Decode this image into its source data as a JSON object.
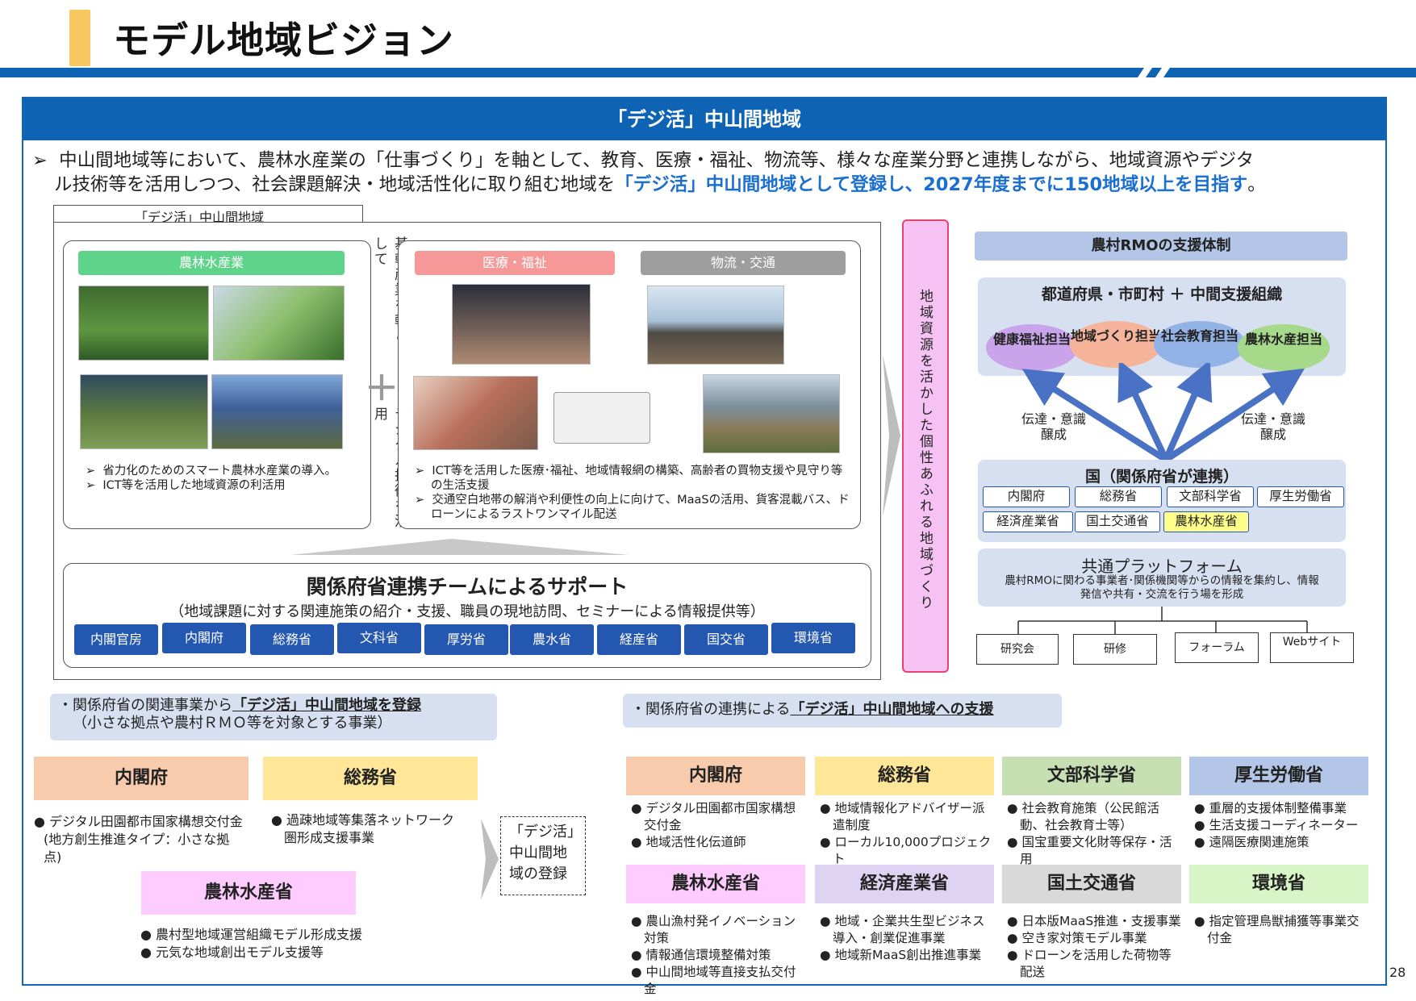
{
  "page_title": "モデル地域ビジョン",
  "banner": "「デジ活」中山間地域",
  "intro": {
    "bullet": "➢",
    "text1": "中山間地域等において、農林水産業の「仕事づくり」を軸として、教育、医療・福祉、物流等、様々な産業分野と連携しながら、地域資源やデジタ",
    "text2a": "ル技術等を活用しつつ、社会課題解決・地域活性化に取り組む地域を",
    "text2b": "「デジ活」中山間地域として登録し、2027年度までに150地域以上を目指す",
    "text2c": "。"
  },
  "left_panel": {
    "tab": "「デジ活」中山間地域",
    "agri_label": "農林水産業",
    "agri_bullets": [
      "省力化のためのスマート農林水産業の導入。",
      "ICT等を活用した地域資源の利活用"
    ],
    "middle_vertical": "基幹産業を軸として",
    "plus": "＋",
    "middle_vertical2": "デジタル技術を活用",
    "med_label": "医療・福祉",
    "logi_label": "物流・交通",
    "med_bullets": [
      "ICT等を活用した医療･福祉、地域情報網の構築、高齢者の買物支援や見守り等の生活支援",
      "交通空白地帯の解消や利便性の向上に向けて、MaaSの活用、貨客混載バス、ドローンによるラストワンマイル配送"
    ],
    "support_title": "関係府省連携チームによるサポート",
    "support_sub": "（地域課題に対する関連施策の紹介・支援、職員の現地訪問、セミナーによる情報提供等）",
    "ministries": [
      "内閣官房",
      "内閣府",
      "総務省",
      "文科省",
      "厚労省",
      "農水省",
      "経産省",
      "国交省",
      "環境省"
    ]
  },
  "vertical_arrow": "地域資源を活かした個性あふれる地域づくり",
  "rmo": {
    "title": "農村RMOの支援体制",
    "top": "都道府県・市町村 ＋ 中間支援組織",
    "ovals": [
      "健康福祉担当",
      "地域づくり担当",
      "社会教育担当",
      "農林水産担当"
    ],
    "left_note": "伝達・意識醸成",
    "right_note": "伝達・意識醸成",
    "national": "国（関係府省が連携）",
    "nat_minis": [
      "内閣府",
      "総務省",
      "文部科学省",
      "厚生労働省",
      "経済産業省",
      "国土交通省",
      "農林水産省"
    ],
    "platform_title": "共通プラットフォーム",
    "platform_desc": "農村RMOに関わる事業者･関係機関等からの情報を集約し、情報発信や共有・交流を行う場を形成",
    "outputs": [
      "研究会",
      "研修",
      "フォーラム",
      "Webサイト"
    ]
  },
  "bottom_left": {
    "note_pre": "・関係府省の関連事業から",
    "note_u": "「デジ活」中山間地域を登録",
    "note_sub": "（小さな拠点や農村ＲＭＯ等を対象とする事業）",
    "cabinet": "内閣府",
    "cabinet_items": [
      "デジタル田園都市国家構想交付金",
      "(地方創生推進タイプ：小さな拠点)"
    ],
    "soumu": "総務省",
    "soumu_items": [
      "過疎地域等集落ネットワーク圏形成支援事業"
    ],
    "nourin": "農林水産省",
    "nourin_items": [
      "農村型地域運営組織モデル形成支援",
      "元気な地域創出モデル支援等"
    ],
    "reg_box": "「デジ活」中山間地域の登録"
  },
  "bottom_right": {
    "note_pre": "・関係府省の連携による",
    "note_u": "「デジ活」中山間地域への支援",
    "cols": [
      {
        "h": "内閣府",
        "items": [
          "デジタル田園都市国家構想交付金",
          "地域活性化伝道師"
        ],
        "color": "#f8cbad"
      },
      {
        "h": "総務省",
        "items": [
          "地域情報化アドバイザー派遣制度",
          "ローカル10,000プロジェクト"
        ],
        "color": "#ffe699"
      },
      {
        "h": "文部科学省",
        "items": [
          "社会教育施策（公民館活動、社会教育士等）",
          "国宝重要文化財等保存・活用"
        ],
        "color": "#c6e0b4"
      },
      {
        "h": "厚生労働省",
        "items": [
          "重層的支援体制整備事業",
          "生活支援コーディネーター",
          "遠隔医療関連施策"
        ],
        "color": "#b4c6e7"
      },
      {
        "h": "農林水産省",
        "items": [
          "農山漁村発イノベーション対策",
          "情報通信環境整備対策",
          "中山間地域等直接支払交付金"
        ],
        "color": "#ffccff"
      },
      {
        "h": "経済産業省",
        "items": [
          "地域・企業共生型ビジネス導入・創業促進事業",
          "地域新MaaS創出推進事業"
        ],
        "color": "#dfd3f3"
      },
      {
        "h": "国土交通省",
        "items": [
          "日本版MaaS推進・支援事業",
          "空き家対策モデル事業",
          "ドローンを活用した荷物等配送"
        ],
        "color": "#d9d9d9"
      },
      {
        "h": "環境省",
        "items": [
          "指定管理鳥獣捕獲等事業交付金"
        ],
        "color": "#d8f5c8"
      }
    ]
  },
  "page_number": "28"
}
